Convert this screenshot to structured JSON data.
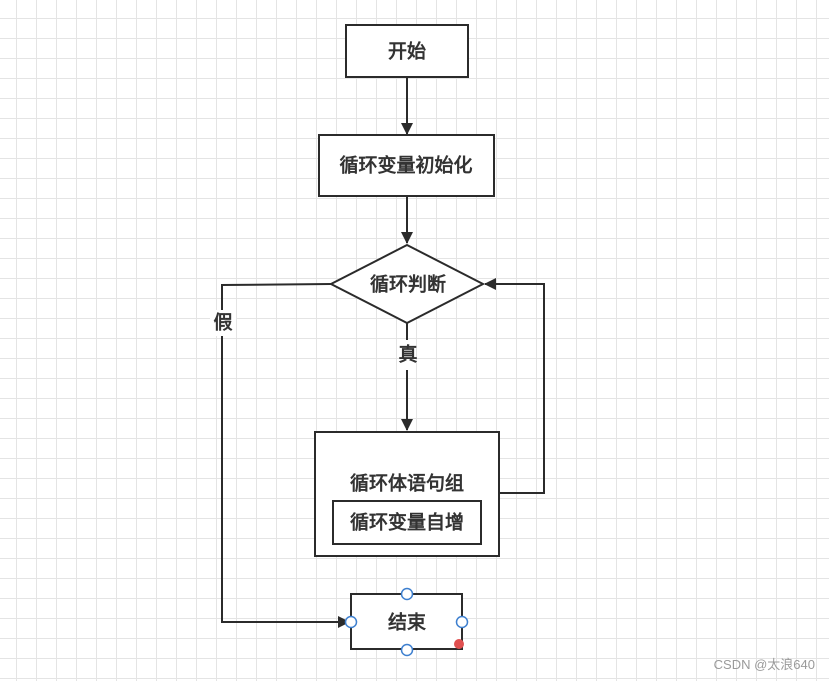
{
  "diagram": {
    "nodes": {
      "start": "开始",
      "init": "循环变量初始化",
      "condition": "循环判断",
      "body": "循环体语句组",
      "increment": "循环变量自增",
      "end": "结束"
    },
    "edges": {
      "true_label": "真",
      "false_label": "假"
    }
  },
  "colors": {
    "stroke": "#2b2b2b",
    "handle": "#3d7fcf",
    "handle_active": "#e05050"
  },
  "watermark": "CSDN @太浪640"
}
